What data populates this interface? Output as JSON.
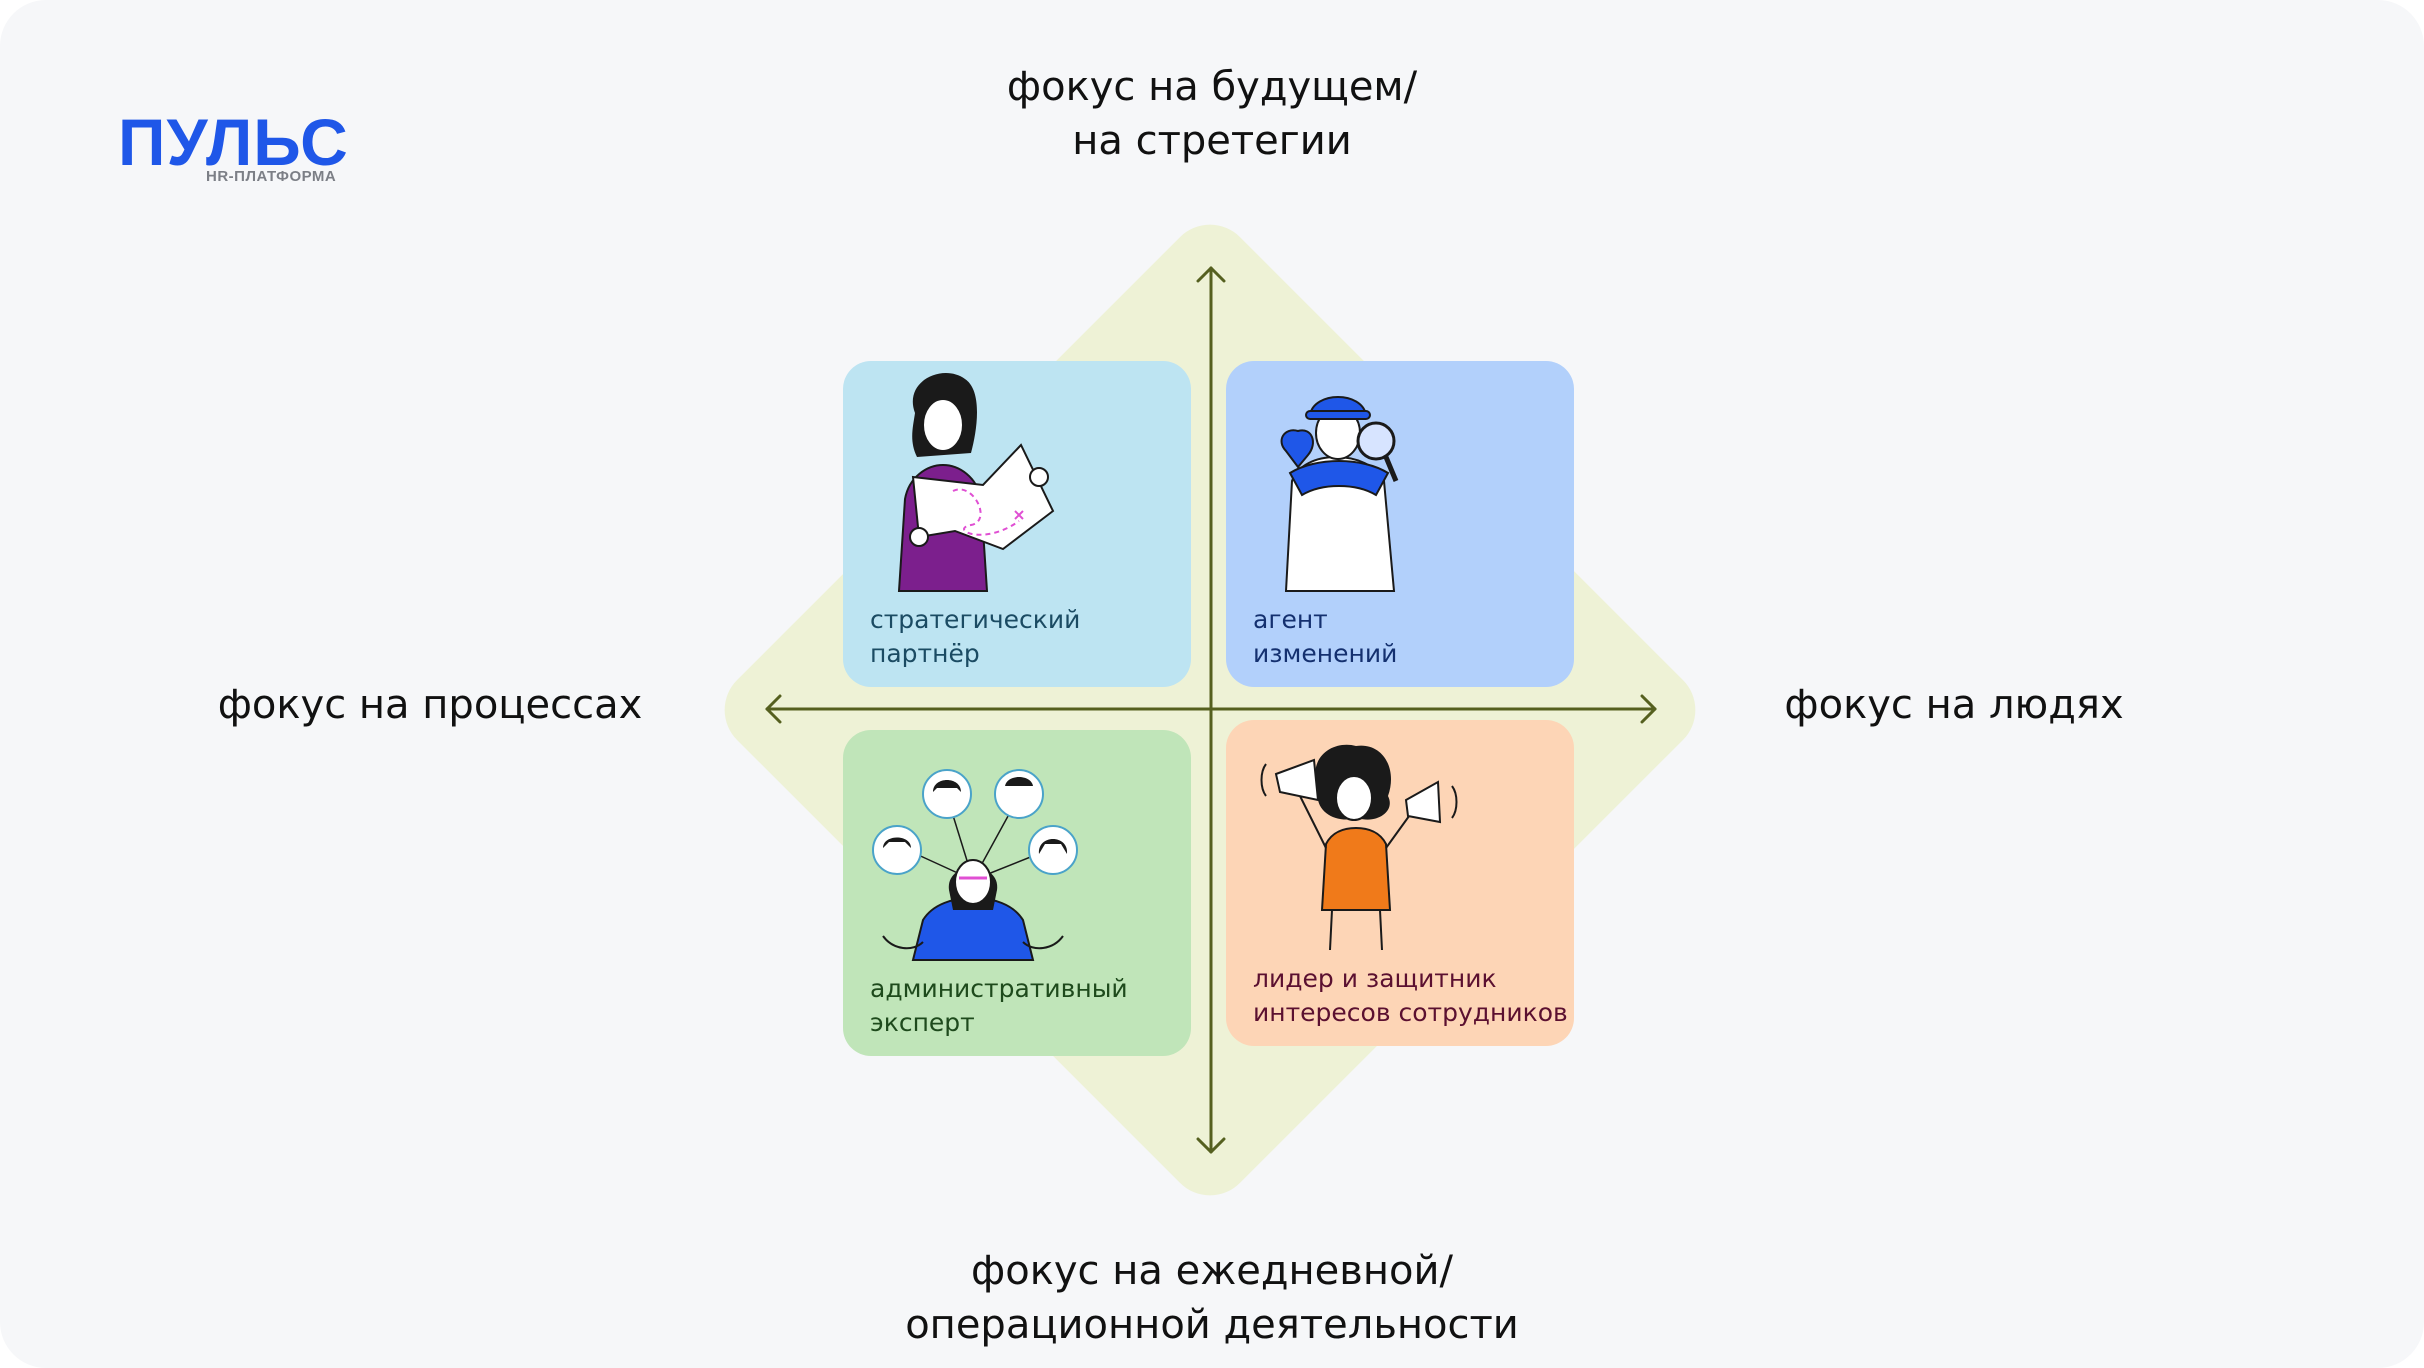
{
  "logo": {
    "name": "ПУЛЬС",
    "subtitle": "HR-ПЛАТФОРМА",
    "color": "#1f57e8"
  },
  "axes": {
    "top": [
      "фокус на будущем/",
      "на стретегии"
    ],
    "bottom": [
      "фокус на ежедневной/",
      "операционной деятельности"
    ],
    "left": "фокус на процессах",
    "right": "фокус на людях"
  },
  "quadrants": {
    "top_left": {
      "lines": [
        "стратегический",
        "партнёр"
      ],
      "color": "#bde4f2",
      "icon": "woman-with-map-illustration"
    },
    "top_right": {
      "lines": [
        "агент",
        "изменений"
      ],
      "color": "#b2d0fb",
      "icon": "detective-with-magnifier-illustration"
    },
    "bottom_left": {
      "lines": [
        "административный",
        "эксперт"
      ],
      "color": "#c0e5b9",
      "icon": "woman-with-team-network-illustration"
    },
    "bottom_right": {
      "lines": [
        "лидер и защитник",
        "интересов сотрудников"
      ],
      "color": "#fdd5b6",
      "icon": "person-with-megaphones-illustration"
    }
  },
  "colors": {
    "diamond": "#eef2d6",
    "axis": "#55601f",
    "background": "#f6f7f9"
  }
}
